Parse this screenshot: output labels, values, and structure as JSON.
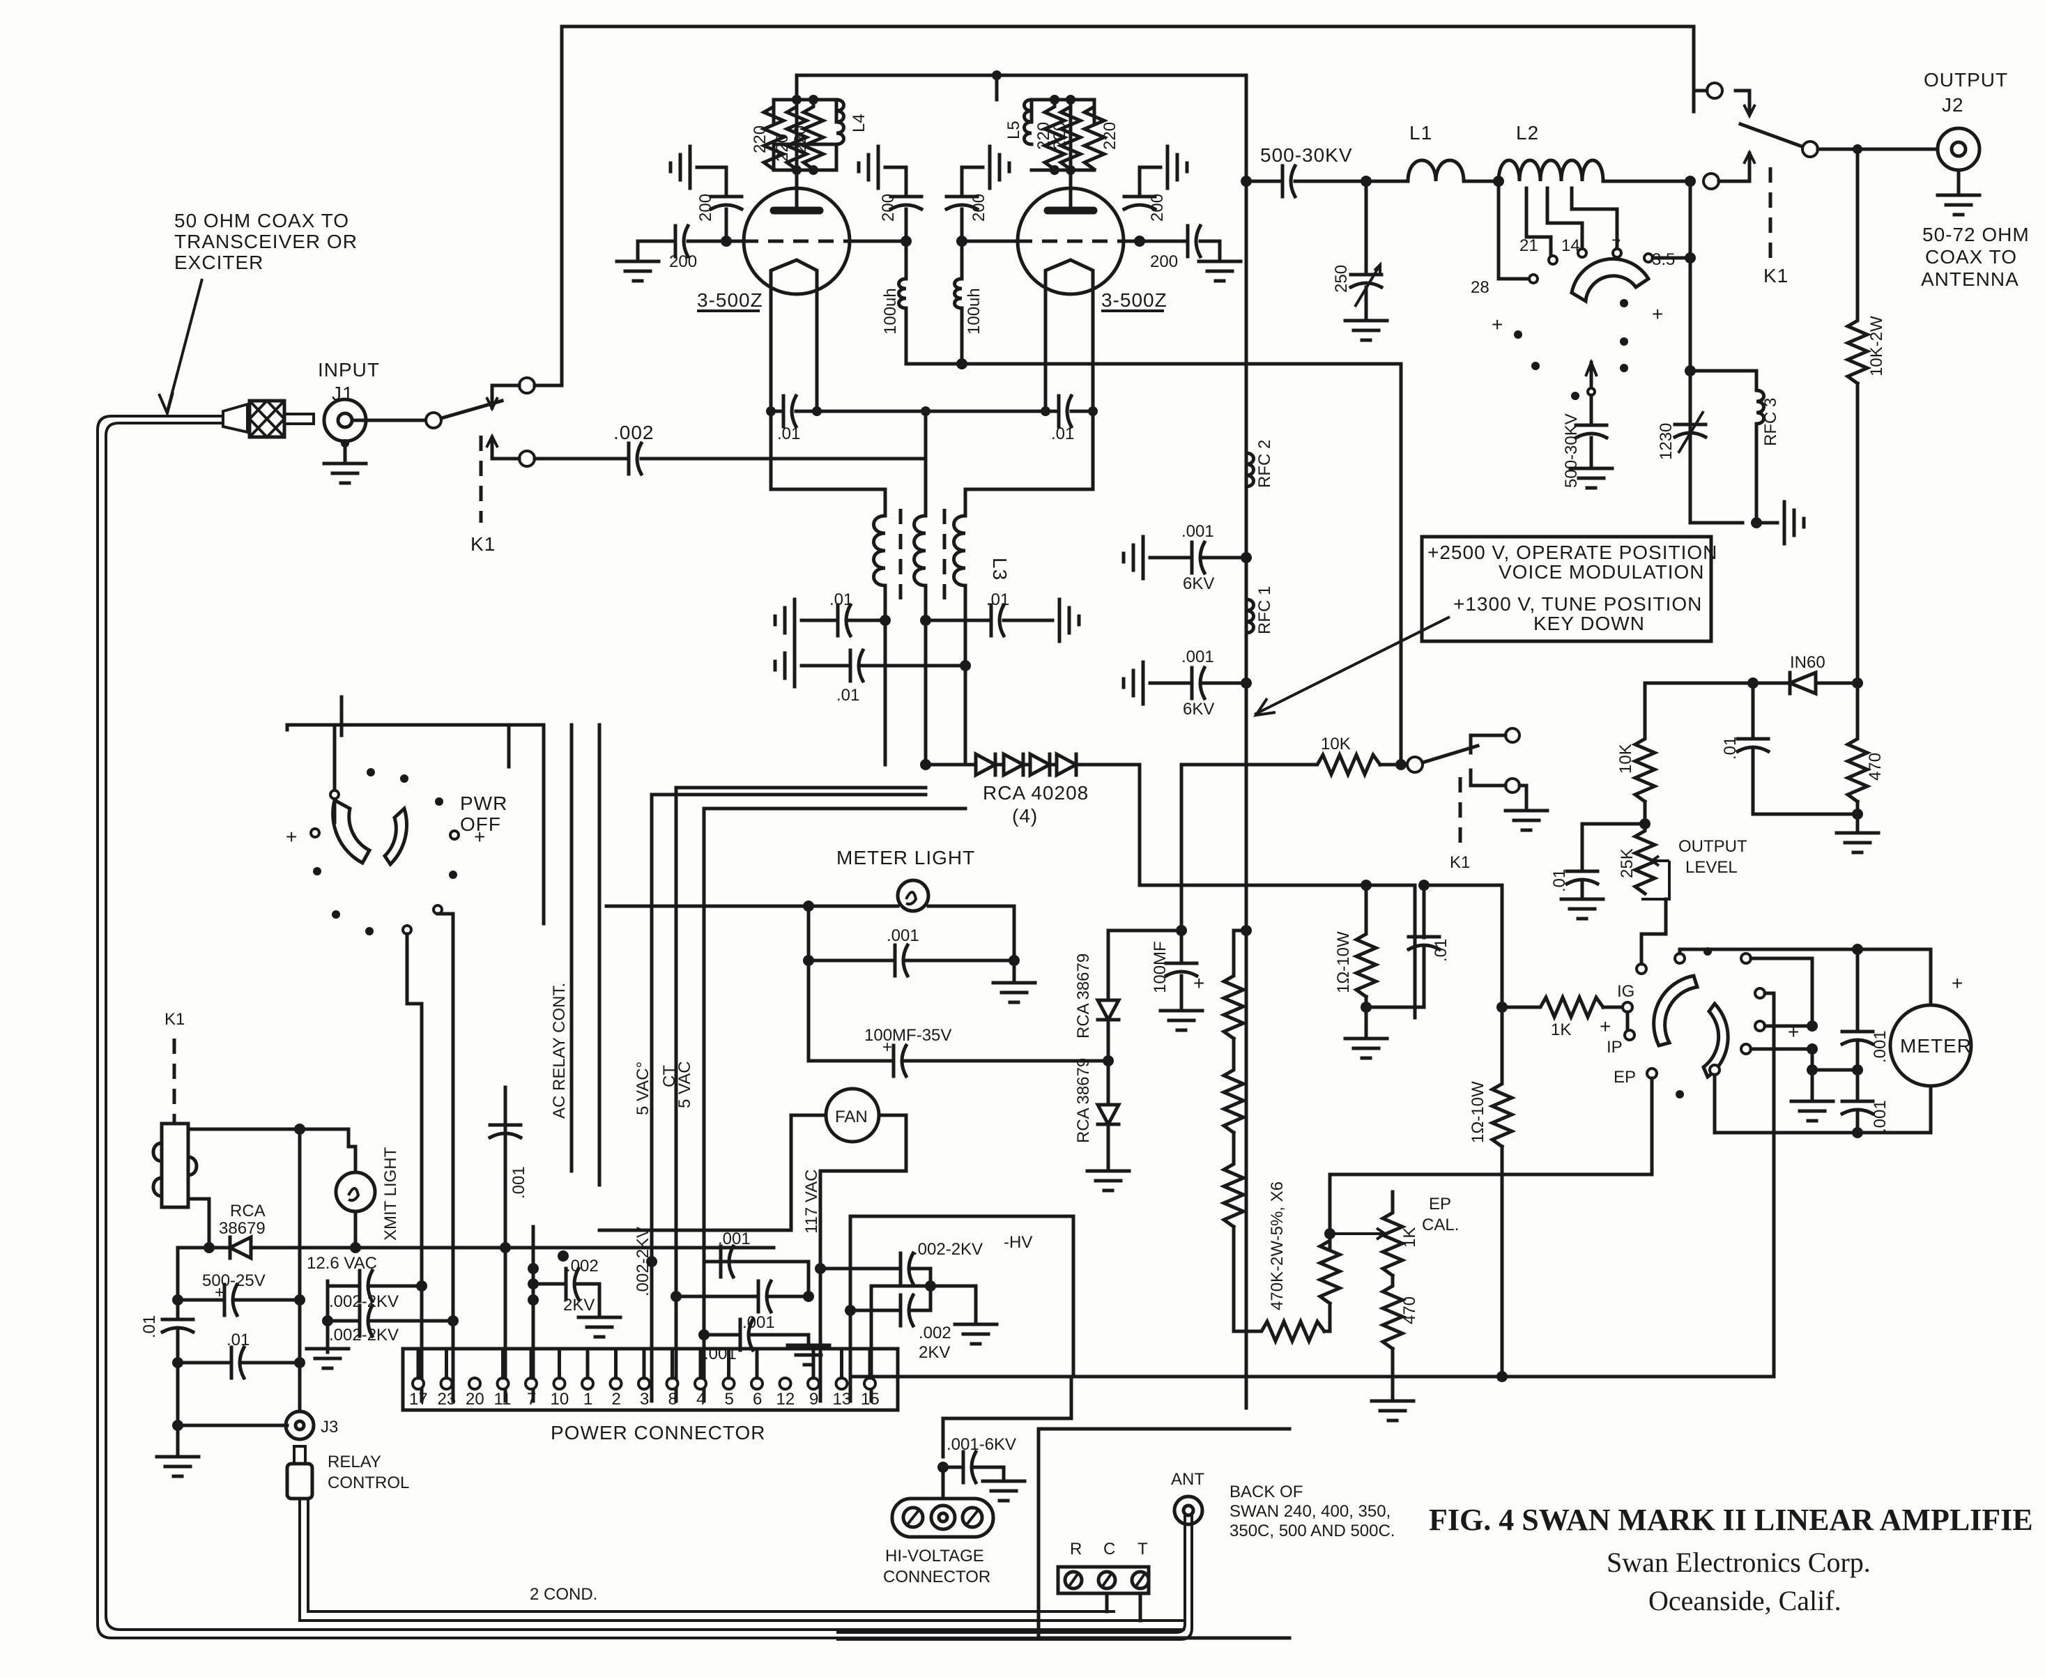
{
  "figure": {
    "title": "FIG. 4 SWAN MARK II LINEAR AMPLIFIE",
    "company": "Swan Electronics Corp.",
    "location": "Oceanside, Calif."
  },
  "input": {
    "coax_note": [
      "50 OHM COAX TO",
      "TRANSCEIVER OR",
      "EXCITER"
    ],
    "jack_label": "INPUT",
    "jack_id": "J1",
    "relay": "K1",
    "coupling_cap": ".002"
  },
  "output": {
    "jack_label": "OUTPUT",
    "jack_id": "J2",
    "coax_note": [
      "50-72 OHM",
      "COAX TO",
      "ANTENNA"
    ],
    "relay": "K1",
    "bleeder": "10K-2W"
  },
  "tubes": [
    {
      "type": "3-500Z",
      "grid_caps": [
        "200",
        "200"
      ],
      "plate_suppressor": [
        "220",
        "220",
        "220"
      ],
      "parasitic_choke": "L4",
      "grid_choke": "100uh",
      "filament_bypass": ".01"
    },
    {
      "type": "3-500Z",
      "grid_caps": [
        "200",
        "200"
      ],
      "plate_suppressor": [
        "220",
        "220",
        "220"
      ],
      "parasitic_choke": "L5",
      "grid_choke": "100uh",
      "filament_bypass": ".01"
    }
  ],
  "filament_transformer": {
    "label": "L3",
    "bypass_caps": [
      ".01",
      ".01",
      ".01"
    ]
  },
  "pi_network": {
    "blocking_cap": "500-30KV",
    "tune_cap": "250",
    "coil_1": "L1",
    "coil_2": "L2",
    "band_taps": [
      "28",
      "21",
      "14",
      "7",
      "3.5"
    ],
    "padder_cap": "500-30KV",
    "load_cap": "1230",
    "choke": "RFC 3"
  },
  "hv_feed": {
    "chokes": [
      "RFC 2",
      "RFC 1"
    ],
    "bypass_caps": [
      {
        "value": ".001",
        "rating": "6KV"
      },
      {
        "value": ".001",
        "rating": "6KV"
      }
    ]
  },
  "note_box": {
    "line1": "+2500 V, OPERATE POSITION",
    "line2": "VOICE MODULATION",
    "line3": "+1300 V, TUNE POSITION",
    "line4": "KEY DOWN"
  },
  "bias": {
    "resistor": "10K",
    "relay": "K1",
    "rectifiers": "RCA 40208",
    "rectifier_count": "(4)",
    "filter_cap": "100MF",
    "doubler_diodes": [
      "RCA 38679",
      "RCA 38679"
    ],
    "doubler_cap": "100MF-35V"
  },
  "meter_light": {
    "label": "METER LIGHT",
    "bypass": ".001"
  },
  "metering": {
    "grid_shunt": "1Ω-10W",
    "grid_bypass": ".01",
    "plate_shunt": "1Ω-10W",
    "series_r": "1K",
    "positions": [
      "IG",
      "IP",
      "EP"
    ],
    "divider": "470K-2W-5%, X6",
    "ep_cal": [
      "EP",
      "CAL."
    ],
    "ep_cal_value": "1K",
    "ep_cal_fixed": "470",
    "meter": "METER",
    "meter_bypass": [
      ".001",
      ".001"
    ]
  },
  "output_level": {
    "diode": "IN60",
    "load": "470",
    "filter": ".01",
    "series": "10K",
    "bypass": ".01",
    "pot": "25K",
    "label": [
      "OUTPUT",
      "LEVEL"
    ]
  },
  "power_switch": {
    "label": [
      "PWR",
      "OFF"
    ]
  },
  "relay_circuit": {
    "relay": "K1",
    "diode": [
      "RCA",
      "38679"
    ],
    "ac_label": "12.6 VAC",
    "filter_cap": "500-25V",
    "bypass_a": ".01",
    "bypass_b": ".01",
    "xmit_light": "XMIT LIGHT",
    "jack": "J3",
    "plug_label": [
      "RELAY",
      "CONTROL"
    ],
    "hv_bypass": [
      ".002-2KV",
      ".002-2KV"
    ]
  },
  "wiring_labels": {
    "ac_relay": "AC RELAY CONT.",
    "vac5a": "5 VAC°",
    "ct": "CT",
    "vac5b": "5 VAC",
    "vac117": "117 VAC",
    "neg_hv": "-HV",
    "bypass_001": ".001",
    "cap_002": ".002",
    "cap_2kv": "2KV",
    "cap_002_2kv": ".002-2KV",
    "fan": "FAN",
    "two_cond": "2 COND.",
    "cap_001_a": ".001",
    "cap_001_b": ".001",
    "cap_001_c": ".001",
    "hv_cap_a": ".002-2KV",
    "hv_cap_b": ".002",
    "hv_cap_b2": "2KV"
  },
  "power_connector": {
    "label": "POWER CONNECTOR",
    "pins": [
      "17",
      "23",
      "20",
      "11",
      "7",
      "10",
      "1",
      "2",
      "3",
      "8",
      "4",
      "5",
      "6",
      "12",
      "9",
      "13",
      "15"
    ]
  },
  "hv_connector": {
    "label": [
      "HI-VOLTAGE",
      "CONNECTOR"
    ],
    "bypass": ".001-6KV"
  },
  "transceiver_back": {
    "ant": "ANT",
    "note": [
      "BACK OF",
      "SWAN 240, 400, 350,",
      "350C, 500 AND 500C."
    ],
    "terminals": [
      "R",
      "C",
      "T"
    ]
  }
}
